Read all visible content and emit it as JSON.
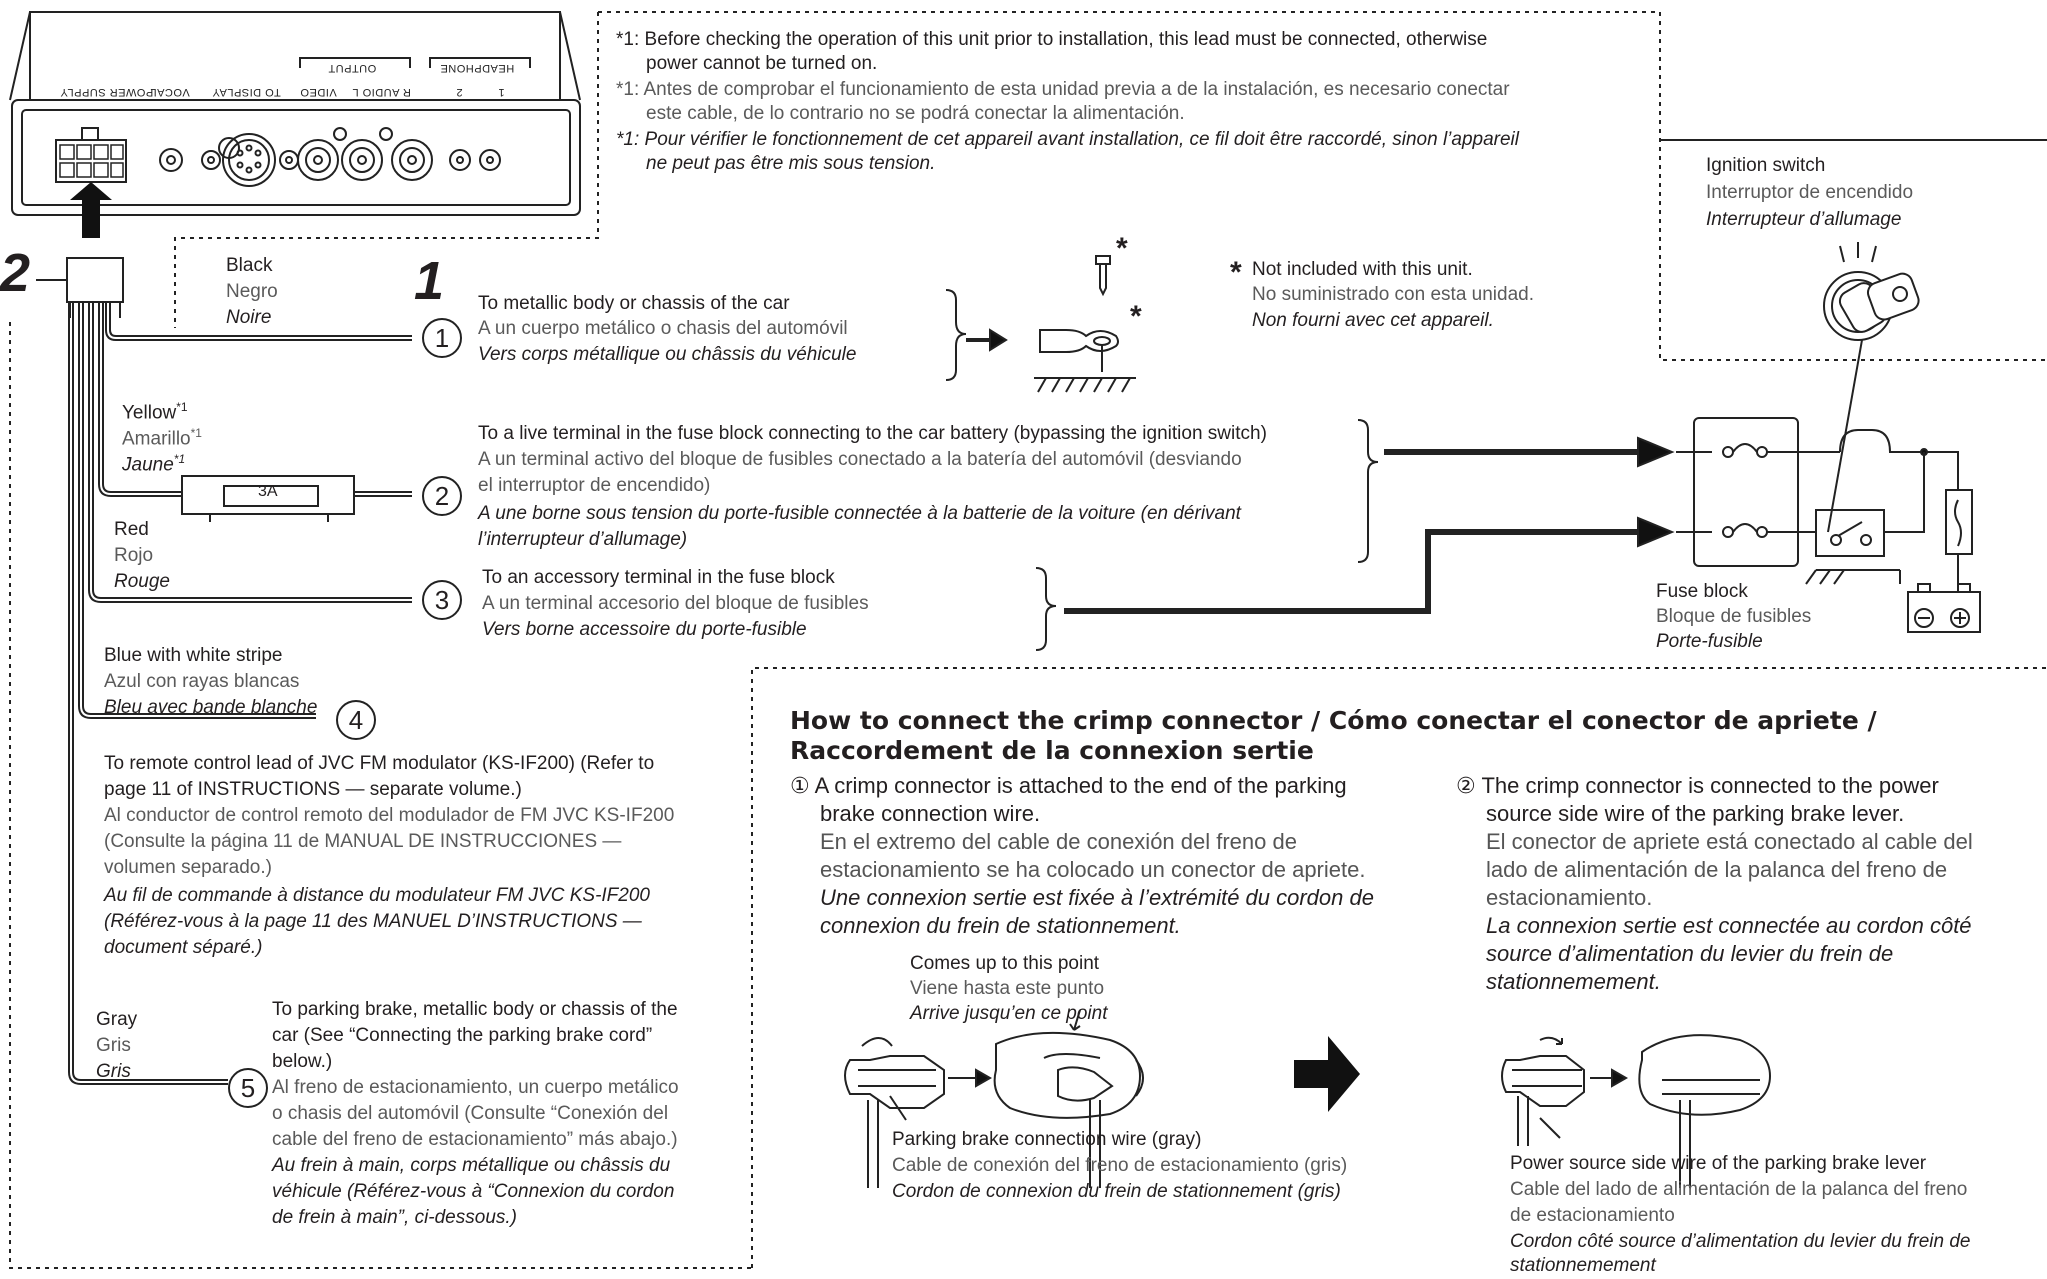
{
  "unit_panel": {
    "port_labels": [
      "POWER SUPPLY",
      "VOCAL",
      "TO DISPLAY",
      "VIDEO",
      "R AUDIO L",
      "2",
      "1"
    ],
    "output_label": "OUTPUT",
    "headphone_label": "HEADPHONE"
  },
  "step_numbers": {
    "two": "2",
    "one": "1"
  },
  "note1": {
    "en_line1": "*1: Before checking the operation of this unit prior to installation, this lead must be connected, otherwise",
    "en_line2": "power cannot be turned on.",
    "es_line1": "*1: Antes de comprobar el funcionamiento de esta unidad previa a de la instalación, es necesario conectar",
    "es_line2": "este cable, de lo contrario no se podrá conectar la alimentación.",
    "fr_line1": "*1: Pour vérifier le fonctionnement de cet appareil avant installation, ce fil doit être raccordé, sinon l’appareil",
    "fr_line2": "ne peut pas être mis sous tension."
  },
  "not_included": {
    "star": "*",
    "en": "Not included with this unit.",
    "es": "No suministrado con esta unidad.",
    "fr": "Non fourni avec cet appareil."
  },
  "ignition": {
    "en": "Ignition switch",
    "es": "Interruptor de encendido",
    "fr": "Interrupteur d’allumage"
  },
  "fuse_block": {
    "en": "Fuse block",
    "es": "Bloque de fusibles",
    "fr": "Porte-fusible"
  },
  "wires": {
    "black": {
      "en": "Black",
      "es": "Negro",
      "fr": "Noire"
    },
    "yellow": {
      "en": "Yellow",
      "es": "Amarillo",
      "fr": "Jaune",
      "sup": "*1"
    },
    "red": {
      "en": "Red",
      "es": "Rojo",
      "fr": "Rouge"
    },
    "blue": {
      "en": "Blue with white stripe",
      "es": "Azul con rayas blancas",
      "fr": "Bleu avec bande blanche"
    },
    "gray": {
      "en": "Gray",
      "es": "Gris",
      "fr": "Gris"
    }
  },
  "fuse_label": "3A",
  "dest": {
    "d1": {
      "num": "1",
      "en": "To metallic body or chassis of the car",
      "es": "A un cuerpo metálico o chasis del automóvil",
      "fr": "Vers corps métallique ou châssis du véhicule"
    },
    "d2": {
      "num": "2",
      "en": "To a live terminal in the fuse block connecting to the car battery (bypassing the ignition switch)",
      "es1": "A un terminal activo del bloque de fusibles conectado a la batería del automóvil (desviando",
      "es2": "el interruptor de encendido)",
      "fr1": "A une borne sous tension du porte-fusible connectée à la batterie de la voiture (en dérivant",
      "fr2": "l’interrupteur d’allumage)"
    },
    "d3": {
      "num": "3",
      "en": "To an accessory terminal in the fuse block",
      "es": "A un terminal accesorio del bloque de fusibles",
      "fr": "Vers borne accessoire du porte-fusible"
    },
    "d4": {
      "num": "4",
      "en1": "To remote control lead of JVC FM modulator (KS-IF200) (Refer to",
      "en2": "page 11 of  INSTRUCTIONS — separate volume.)",
      "es1": "Al conductor de control remoto del modulador de FM JVC KS-IF200",
      "es2": "(Consulte la página 11 de MANUAL DE INSTRUCCIONES —",
      "es3": "volumen separado.)",
      "fr1": "Au fil de commande à distance du modulateur FM JVC KS-IF200",
      "fr2": "(Référez-vous à la page 11 des MANUEL D’INSTRUCTIONS —",
      "fr3": "document séparé.)"
    },
    "d5": {
      "num": "5",
      "en1": "To parking brake, metallic body or chassis of the",
      "en2": "car (See “Connecting the parking brake cord”",
      "en3": "below.)",
      "es1": "Al freno de estacionamiento, un cuerpo metálico",
      "es2": "o chasis del automóvil (Consulte “Conexión del",
      "es3": "cable del freno de estacionamiento” más abajo.)",
      "fr1": "Au frein à main, corps métallique ou châssis du",
      "fr2": "véhicule (Référez-vous à “Connexion du cordon",
      "fr3": "de frein à main”, ci-dessous.)"
    }
  },
  "crimp": {
    "heading1": "How to connect the crimp connector / Cómo conectar el conector de apriete /",
    "heading2": "Raccordement de la connexion sertie",
    "step1": {
      "num": "①",
      "en1": "A crimp connector is attached to the end of the parking",
      "en2": "brake  connection wire.",
      "es1": "En el extremo del cable de conexión del freno de",
      "es2": "estacionamiento se ha colocado un conector de apriete.",
      "fr1": "Une connexion sertie est fixée à l’extrémité du cordon de",
      "fr2": "connexion du frein de stationnement."
    },
    "step2": {
      "num": "②",
      "en1": "The crimp connector is connected to the power",
      "en2": "source side wire of the parking brake lever.",
      "es1": "El conector de apriete está conectado al cable del",
      "es2": "lado de alimentación de la palanca del freno de",
      "es3": "estacionamiento.",
      "fr1": "La connexion sertie est connectée au cordon côté",
      "fr2": "source d’alimentation du levier du frein de",
      "fr3": "stationnemement."
    },
    "comes": {
      "en": "Comes up to this point",
      "es": "Viene hasta este punto",
      "fr": "Arrive jusqu’en ce point"
    },
    "pbwire": {
      "en": "Parking brake connection wire (gray)",
      "es": "Cable de conexión del freno de estacionamiento (gris)",
      "fr": "Cordon de connexion du frein de stationnement (gris)"
    },
    "pslever": {
      "en": "Power source side wire of the parking brake lever",
      "es1": "Cable del lado de alimentación de la palanca del freno",
      "es2": "de estacionamiento",
      "fr1": "Cordon côté source d’alimentation du levier du frein de",
      "fr2": "stationnemement"
    }
  }
}
